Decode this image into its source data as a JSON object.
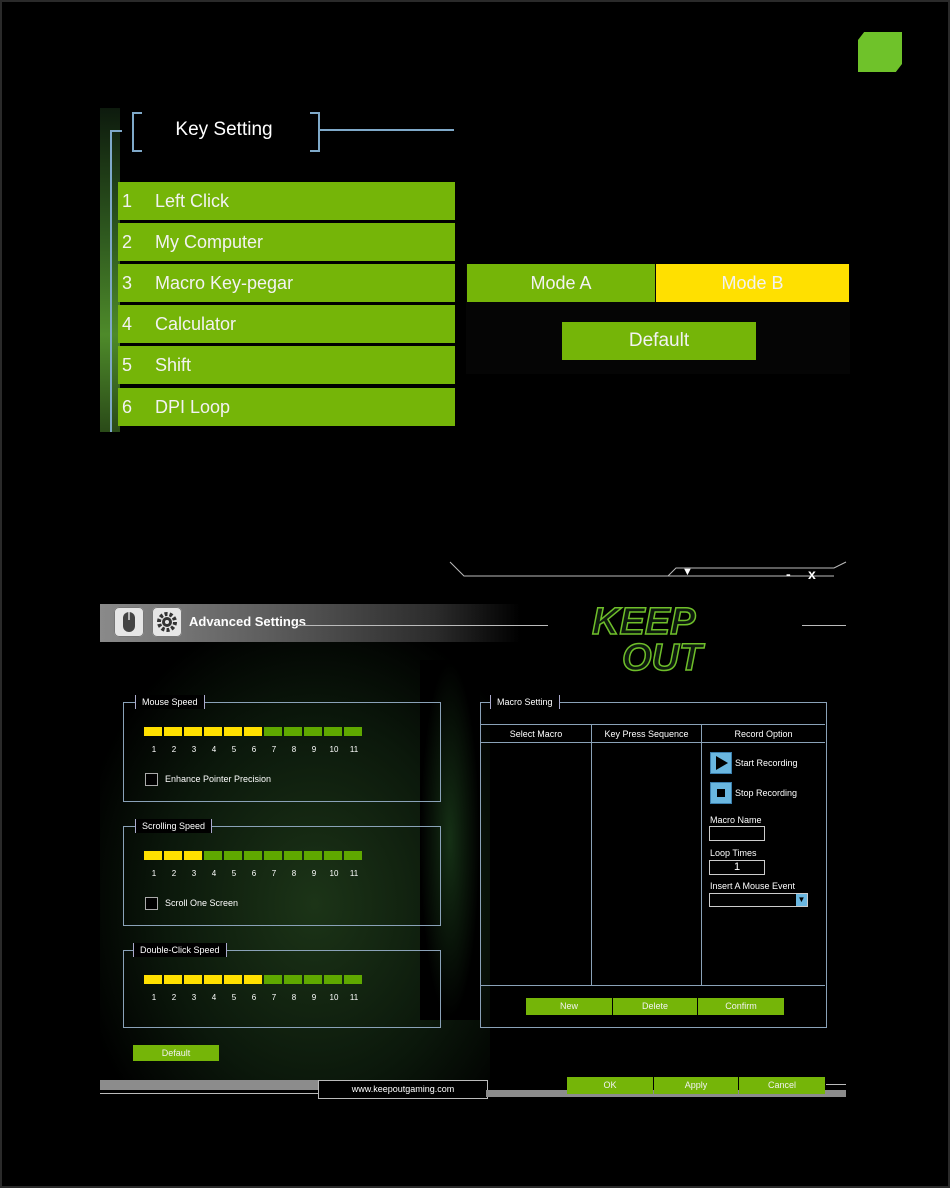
{
  "key_setting": {
    "title": "Key Setting",
    "items": [
      {
        "num": "1",
        "label": "Left Click"
      },
      {
        "num": "2",
        "label": "My Computer"
      },
      {
        "num": "3",
        "label": "Macro Key-pegar"
      },
      {
        "num": "4",
        "label": "Calculator"
      },
      {
        "num": "5",
        "label": "Shift"
      },
      {
        "num": "6",
        "label": "DPI Loop"
      }
    ],
    "modes": [
      {
        "label": "Mode A",
        "color": "#75b508",
        "selected": false
      },
      {
        "label": "Mode B",
        "color": "#ffe000",
        "selected": true
      }
    ],
    "default_label": "Default"
  },
  "advanced": {
    "title": "Advanced Settings",
    "window_controls": {
      "minimize": "-",
      "close": "x"
    },
    "logo": {
      "line1": "KEEP",
      "line2": "OUT"
    },
    "mouse_speed": {
      "label": "Mouse Speed",
      "level": 6,
      "of": 11,
      "ticks": [
        "1",
        "2",
        "3",
        "4",
        "5",
        "6",
        "7",
        "8",
        "9",
        "10",
        "11"
      ],
      "option": "Enhance Pointer Precision",
      "option_checked": false
    },
    "scrolling_speed": {
      "label": "Scrolling Speed",
      "level": 3,
      "of": 11,
      "ticks": [
        "1",
        "2",
        "3",
        "4",
        "5",
        "6",
        "7",
        "8",
        "9",
        "10",
        "11"
      ],
      "option": "Scroll One Screen",
      "option_checked": false
    },
    "double_click_speed": {
      "label": "Double-Click Speed",
      "level": 6,
      "of": 11,
      "ticks": [
        "1",
        "2",
        "3",
        "4",
        "5",
        "6",
        "7",
        "8",
        "9",
        "10",
        "11"
      ]
    },
    "default_label": "Default",
    "macro": {
      "label": "Macro Setting",
      "columns": [
        "Select Macro",
        "Key Press Sequence",
        "Record Option"
      ],
      "start_recording": "Start Recording",
      "stop_recording": "Stop Recording",
      "macro_name_label": "Macro Name",
      "macro_name_value": "",
      "loop_times_label": "Loop Times",
      "loop_times_value": "1",
      "insert_event_label": "Insert A Mouse Event",
      "insert_event_value": "",
      "buttons": [
        "New",
        "Delete",
        "Confirm"
      ]
    },
    "url": "www.keepoutgaming.com",
    "footer_buttons": [
      "OK",
      "Apply",
      "Cancel"
    ]
  },
  "colors": {
    "accent_green": "#75b508",
    "highlight_yellow": "#ffe000",
    "frame_blue": "#8aa2b8"
  }
}
